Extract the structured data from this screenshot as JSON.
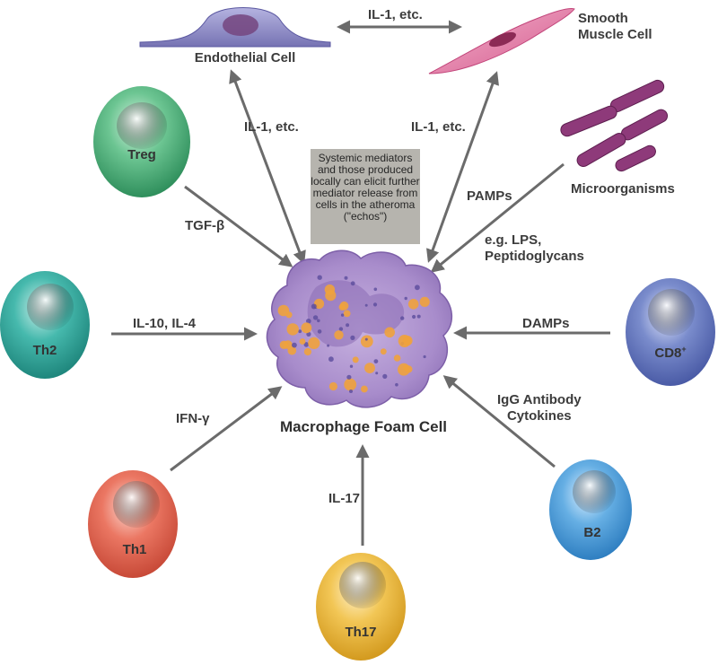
{
  "center": {
    "title": "Macrophage Foam Cell",
    "note": "Systemic mediators and those produced locally can elicit further mediator release from cells in the atheroma (\"echos\")"
  },
  "cells": {
    "endothelial": "Endothelial Cell",
    "smooth_muscle": "Smooth\nMuscle Cell",
    "microorganisms": "Microorganisms",
    "treg": "Treg",
    "th2": "Th2",
    "th1": "Th1",
    "th17": "Th17",
    "b2": "B2",
    "cd8": "CD8",
    "cd8_sup": "+"
  },
  "signals": {
    "top": "IL-1, etc.",
    "endothelial_down": "IL-1, etc.",
    "smooth_down": "IL-1, etc.",
    "pamps": "PAMPs",
    "lps": "e.g. LPS,\nPeptidoglycans",
    "tgf": "TGF-β",
    "il10": "IL-10, IL-4",
    "damps": "DAMPs",
    "ifn": "IFN-γ",
    "igg": "IgG Antibody\nCytokines",
    "il17": "IL-17"
  },
  "colors": {
    "arrow": "#6b6b6b",
    "treg": "#5dbb86",
    "th2": "#3db3a7",
    "th1": "#e9705c",
    "th17": "#f0c24a",
    "b2": "#5aa7df",
    "cd8": "#6c7fc4",
    "foam": "#a58ac7",
    "granule": "#f0a23c",
    "bacteria": "#8e3a7a",
    "endothelium": "#8d8ac4",
    "smooth_muscle": "#e07aa4",
    "note_bg": "#b6b4ae"
  }
}
